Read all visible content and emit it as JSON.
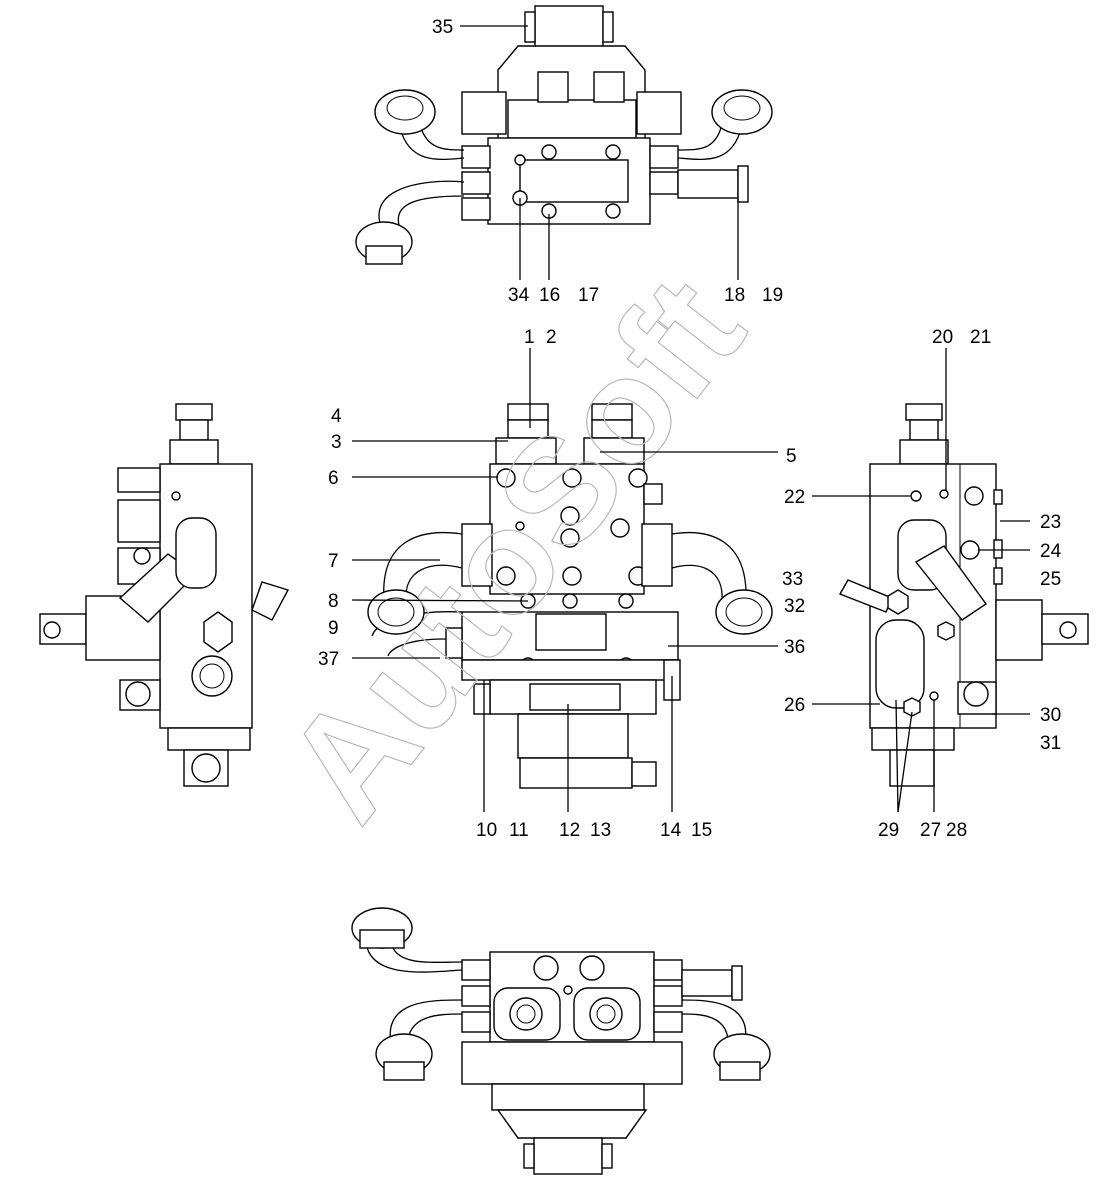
{
  "watermark": "AutoSoft",
  "callouts": {
    "c1": "1",
    "c2": "2",
    "c3": "3",
    "c4": "4",
    "c5": "5",
    "c6": "6",
    "c7": "7",
    "c8": "8",
    "c9": "9",
    "c10": "10",
    "c11": "11",
    "c12": "12",
    "c13": "13",
    "c14": "14",
    "c15": "15",
    "c16": "16",
    "c17": "17",
    "c18": "18",
    "c19": "19",
    "c20": "20",
    "c21": "21",
    "c22": "22",
    "c23": "23",
    "c24": "24",
    "c25": "25",
    "c26": "26",
    "c27": "27",
    "c28": "28",
    "c29": "29",
    "c30": "30",
    "c31": "31",
    "c32": "32",
    "c33": "33",
    "c34": "34",
    "c35": "35",
    "c36": "36",
    "c37": "37"
  }
}
